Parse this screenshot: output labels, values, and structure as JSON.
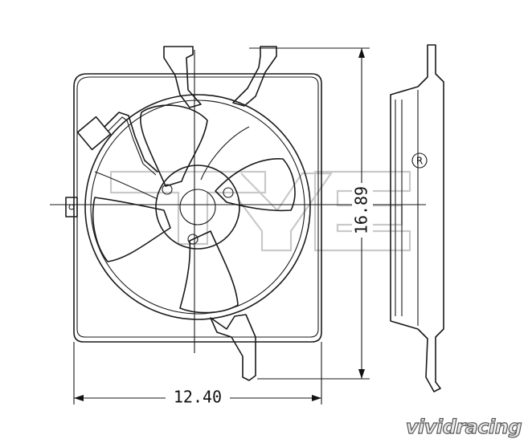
{
  "dimensions": {
    "width_label": "12.40",
    "height_label": "16.89"
  },
  "registered_mark": "R",
  "watermark": "vividracing",
  "colors": {
    "line": "#1a1a1a",
    "background": "#ffffff",
    "logo_watermark": "#c9c9c9"
  }
}
